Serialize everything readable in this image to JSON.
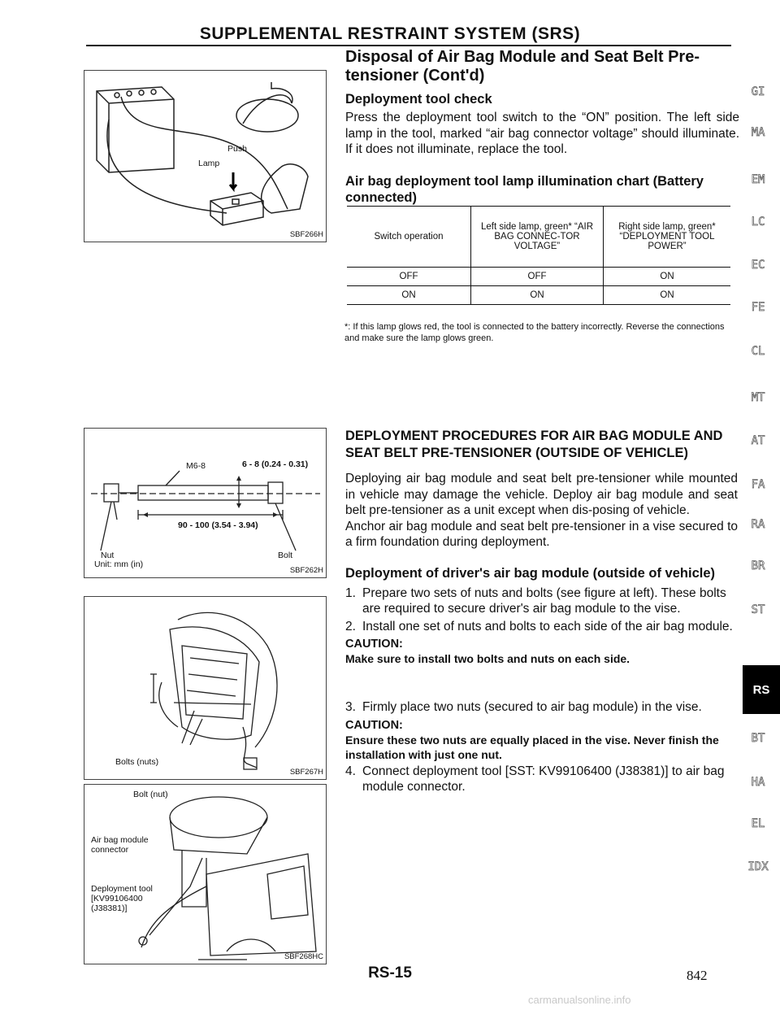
{
  "header": {
    "title": "SUPPLEMENTAL RESTRAINT SYSTEM (SRS)"
  },
  "section": {
    "title": "Disposal of Air Bag Module and Seat Belt Pre-tensioner (Cont'd)",
    "check": {
      "heading": "Deployment tool check",
      "text": "Press the deployment tool switch to the “ON” position. The left side lamp in the tool, marked “air bag connector voltage” should illuminate. If it does not illuminate, replace the tool."
    },
    "chart": {
      "heading": "Air bag deployment tool lamp illumination chart (Battery connected)",
      "columns": [
        "Switch operation",
        "Left side lamp, green* “AIR BAG CONNEC-TOR VOLTAGE”",
        "Right side lamp, green* “DEPLOYMENT TOOL POWER”"
      ],
      "rows": [
        [
          "OFF",
          "OFF",
          "ON"
        ],
        [
          "ON",
          "ON",
          "ON"
        ]
      ],
      "footnote": "*: If this lamp glows red, the tool is connected to the battery incorrectly. Reverse the connections and make sure the lamp glows green."
    }
  },
  "procedures": {
    "heading": "DEPLOYMENT PROCEDURES FOR AIR BAG MODULE AND SEAT BELT PRE-TENSIONER (OUTSIDE OF VEHICLE)",
    "para1": "Deploying air bag module and seat belt pre-tensioner while mounted in vehicle may damage the vehicle. Deploy air bag module and seat belt pre-tensioner as a unit except when dis-posing of vehicle.",
    "para2": "Anchor air bag module and seat belt pre-tensioner in a vise secured to a firm foundation during deployment.",
    "driver": {
      "heading": "Deployment of driver's air bag module (outside of vehicle)",
      "steps": [
        {
          "num": "1.",
          "text": "Prepare two sets of nuts and bolts (see figure at left). These bolts are required to secure driver's air bag module to the vise."
        },
        {
          "num": "2.",
          "text": "Install one set of nuts and bolts to each side of the air bag module."
        }
      ],
      "caution1_label": "CAUTION:",
      "caution1_text": "Make sure to install two bolts and nuts on each side.",
      "step3": {
        "num": "3.",
        "text": "Firmly place two nuts (secured to air bag module) in the vise."
      },
      "caution2_label": "CAUTION:",
      "caution2_text": "Ensure these two nuts are equally placed in the vise. Never finish the installation with just one nut.",
      "step4": {
        "num": "4.",
        "text": "Connect deployment tool [SST: KV99106400 (J38381)] to air bag module connector."
      }
    }
  },
  "figures": {
    "fig1": {
      "id": "SBF266H",
      "lamp": "Lamp",
      "push": "Push"
    },
    "fig2": {
      "id": "SBF262H",
      "m6": "M6-8",
      "dim1": "6 - 8 (0.24 - 0.31)",
      "dim2": "90 - 100 (3.54 - 3.94)",
      "nut": "Nut",
      "bolt": "Bolt",
      "unit": "Unit: mm (in)"
    },
    "fig3": {
      "id": "SBF267H",
      "bolts": "Bolts (nuts)"
    },
    "fig4": {
      "id": "SBF268HC",
      "bolt_nut": "Bolt (nut)",
      "connector1": "Air bag module",
      "connector2": "connector",
      "tool1": "Deployment tool",
      "tool2": "[KV99106400",
      "tool3": "(J38381)]"
    }
  },
  "side_tabs": [
    "GI",
    "MA",
    "EM",
    "LC",
    "EC",
    "FE",
    "CL",
    "MT",
    "AT",
    "FA",
    "RA",
    "BR",
    "ST",
    "RS",
    "BT",
    "HA",
    "EL",
    "IDX"
  ],
  "page_label": "RS-15",
  "page_number": "842",
  "watermark": "carmanualsonline.info"
}
